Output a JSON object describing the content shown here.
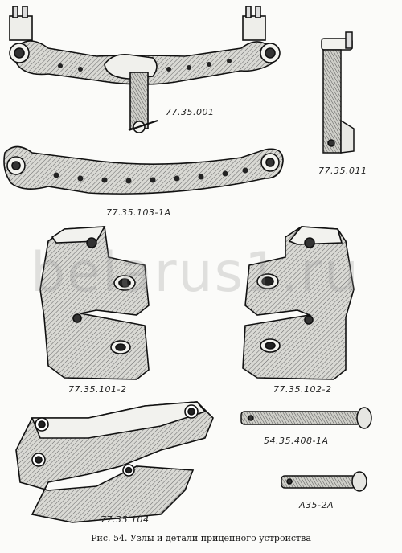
{
  "figure": {
    "caption": "Рис. 54. Узлы и детали прицепного устройства",
    "watermark": "belarus1.ru",
    "parts": [
      {
        "id": "drawbar-assembly",
        "label": "77.35.001"
      },
      {
        "id": "pin-with-handle",
        "label": "77.35.011"
      },
      {
        "id": "drawbar",
        "label": "77.35.103-1А"
      },
      {
        "id": "bracket-left",
        "label": "77.35.101-2"
      },
      {
        "id": "bracket-right",
        "label": "77.35.102-2"
      },
      {
        "id": "pin-long",
        "label": "54.35.408-1А"
      },
      {
        "id": "linkage-assembly",
        "label": "77.35.104"
      },
      {
        "id": "pin-short",
        "label": "А35-2А"
      }
    ]
  }
}
